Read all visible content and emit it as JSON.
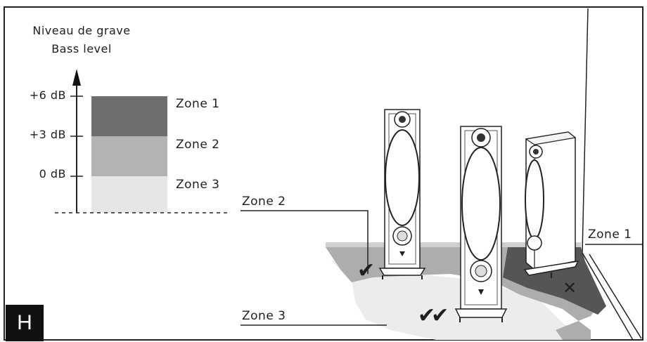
{
  "bass_chart": {
    "title_fr": "Niveau de grave",
    "title_en": "Bass level",
    "ticks": [
      "+6 dB",
      "+3 dB",
      "0 dB"
    ],
    "levels": [
      {
        "label": "Zone 1",
        "color": "#6e6e6e"
      },
      {
        "label": "Zone 2",
        "color": "#b3b3b3"
      },
      {
        "label": "Zone 3",
        "color": "#e6e6e6"
      }
    ]
  },
  "room": {
    "zone2_label": "Zone 2",
    "zone3_label": "Zone 3",
    "zone1_label": "Zone 1",
    "mark_zone2": "✔",
    "mark_zone3": "✔✔",
    "mark_zone1": "✕"
  },
  "figure_letter": "H"
}
